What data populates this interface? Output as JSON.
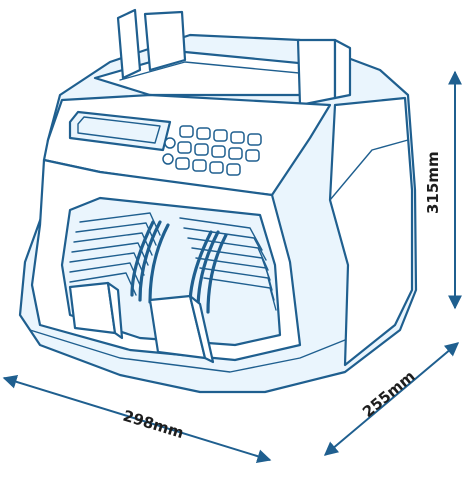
{
  "dimensions": {
    "width_label": "298mm",
    "depth_label": "255mm",
    "height_label": "315mm"
  },
  "colors": {
    "line": "#1f5f8f",
    "fill": "#eaf5fd",
    "text": "#1d1d1d"
  }
}
